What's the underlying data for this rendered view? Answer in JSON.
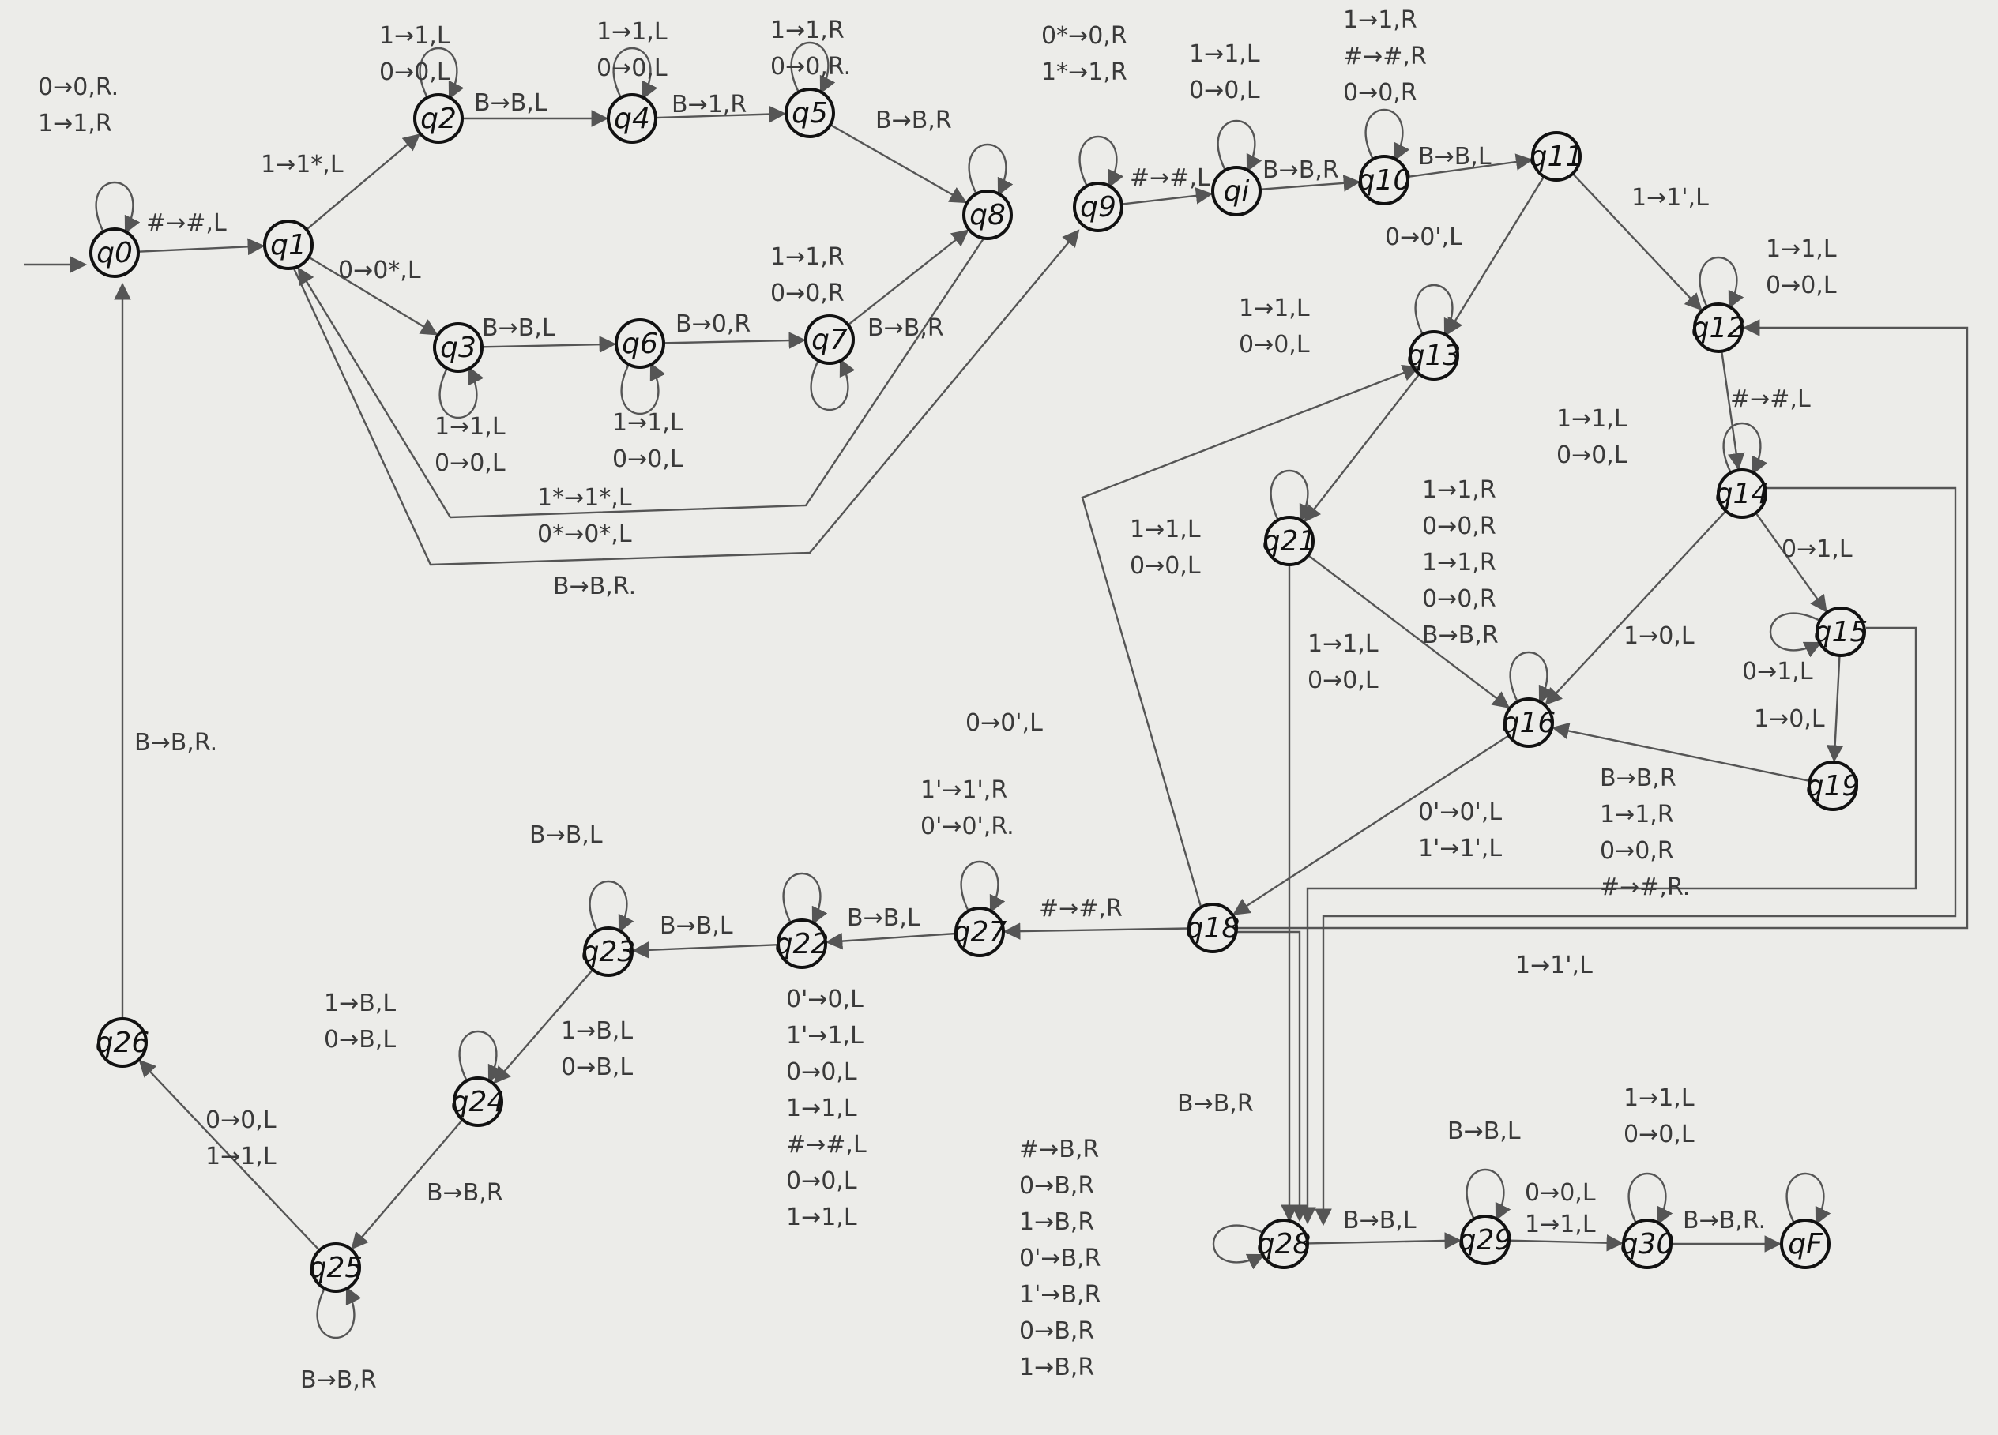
{
  "diagram": {
    "states": [
      {
        "id": "q0",
        "label": "q0"
      },
      {
        "id": "q1",
        "label": "q1"
      },
      {
        "id": "q2",
        "label": "q2"
      },
      {
        "id": "q3",
        "label": "q3"
      },
      {
        "id": "q4",
        "label": "q4"
      },
      {
        "id": "q5",
        "label": "q5"
      },
      {
        "id": "q6",
        "label": "q6"
      },
      {
        "id": "q7",
        "label": "q7"
      },
      {
        "id": "q8",
        "label": "q8"
      },
      {
        "id": "q9",
        "label": "q9"
      },
      {
        "id": "qi",
        "label": "qi"
      },
      {
        "id": "q10",
        "label": "q10"
      },
      {
        "id": "q11",
        "label": "q11"
      },
      {
        "id": "q12",
        "label": "q12"
      },
      {
        "id": "q13",
        "label": "q13"
      },
      {
        "id": "q14",
        "label": "q14"
      },
      {
        "id": "q15",
        "label": "q15"
      },
      {
        "id": "q16",
        "label": "q16"
      },
      {
        "id": "q19",
        "label": "q19"
      },
      {
        "id": "q21",
        "label": "q21"
      },
      {
        "id": "q18",
        "label": "q18"
      },
      {
        "id": "q27",
        "label": "q27"
      },
      {
        "id": "q22",
        "label": "q22"
      },
      {
        "id": "q23",
        "label": "q23"
      },
      {
        "id": "q24",
        "label": "q24"
      },
      {
        "id": "q25",
        "label": "q25"
      },
      {
        "id": "q26",
        "label": "q26"
      },
      {
        "id": "q28",
        "label": "q28"
      },
      {
        "id": "q29",
        "label": "q29"
      },
      {
        "id": "q30",
        "label": "q30"
      },
      {
        "id": "qF",
        "label": "qF"
      }
    ],
    "transitions": [
      {
        "id": "q0-self",
        "lines": [
          "0→0,R.",
          "1→1,R"
        ]
      },
      {
        "id": "q0-q1",
        "lines": [
          "#→#,L"
        ]
      },
      {
        "id": "q1-q2",
        "lines": [
          "1→1*,L"
        ]
      },
      {
        "id": "q1-q3",
        "lines": [
          "0→0*,L"
        ]
      },
      {
        "id": "q2-self",
        "lines": [
          "1→1,L",
          "0→0,L"
        ]
      },
      {
        "id": "q2-q4",
        "lines": [
          "B→B,L"
        ]
      },
      {
        "id": "q4-self",
        "lines": [
          "1→1,L",
          "0→0,L"
        ]
      },
      {
        "id": "q4-q5",
        "lines": [
          "B→1,R"
        ]
      },
      {
        "id": "q5-self",
        "lines": [
          "1→1,R",
          "0→0,R."
        ]
      },
      {
        "id": "q5-q8",
        "lines": [
          "B→B,R"
        ]
      },
      {
        "id": "q3-self",
        "lines": [
          "1→1,L",
          "0→0,L"
        ]
      },
      {
        "id": "q3-q6",
        "lines": [
          "B→B,L"
        ]
      },
      {
        "id": "q6-self",
        "lines": [
          "1→1,L",
          "0→0,L"
        ]
      },
      {
        "id": "q6-q7",
        "lines": [
          "B→0,R"
        ]
      },
      {
        "id": "q7-self",
        "lines": [
          "1→1,R",
          "0→0,R"
        ]
      },
      {
        "id": "q7-q8",
        "lines": [
          "B→B,R"
        ]
      },
      {
        "id": "q8-q1",
        "lines": [
          "1*→1*,L",
          "0*→0*,L"
        ]
      },
      {
        "id": "q1-q9",
        "lines": [
          "B→B,R."
        ]
      },
      {
        "id": "q9-self",
        "lines": [
          "0*→0,R",
          "1*→1,R"
        ]
      },
      {
        "id": "q9-qi",
        "lines": [
          "#→#,L"
        ]
      },
      {
        "id": "qi-self",
        "lines": [
          "1→1,L",
          "0→0,L"
        ]
      },
      {
        "id": "qi-q10",
        "lines": [
          "B→B,R"
        ]
      },
      {
        "id": "q10-self",
        "lines": [
          "1→1,R",
          "#→#,R",
          "0→0,R"
        ]
      },
      {
        "id": "q10-q11",
        "lines": [
          "B→B,L"
        ]
      },
      {
        "id": "q11-q13",
        "lines": [
          "0→0',L"
        ]
      },
      {
        "id": "q11-q12",
        "lines": [
          "1→1',L"
        ]
      },
      {
        "id": "q12-self",
        "lines": [
          "1→1,L",
          "0→0,L"
        ]
      },
      {
        "id": "q12-q14",
        "lines": [
          "#→#,L"
        ]
      },
      {
        "id": "q13-self",
        "lines": [
          "1→1,L",
          "0→0,L"
        ]
      },
      {
        "id": "q14-self",
        "lines": [
          "1→1,L",
          "0→0,L"
        ]
      },
      {
        "id": "q14-q15",
        "lines": [
          "0→1,L"
        ]
      },
      {
        "id": "q14-q16",
        "lines": [
          "1→0,L"
        ]
      },
      {
        "id": "q15-self",
        "lines": [
          "0→1,L"
        ]
      },
      {
        "id": "q15-q19",
        "lines": [
          "1→0,L"
        ]
      },
      {
        "id": "q19-q16",
        "lines": [
          "B→B,R",
          "1→1,R",
          "0→0,R",
          "#→#,R."
        ]
      },
      {
        "id": "q21-self",
        "lines": [
          "1→1,L",
          "0→0,L"
        ]
      },
      {
        "id": "q21-q16",
        "lines": [
          "1→1,L",
          "0→0,L"
        ]
      },
      {
        "id": "q16-self",
        "lines": [
          "1→1,R",
          "0→0,R",
          "1→1,R",
          "0→0,R",
          "B→B,R"
        ]
      },
      {
        "id": "q16-q18",
        "lines": [
          "0'→0',L",
          "1'→1',L"
        ]
      },
      {
        "id": "q18-q13",
        "lines": [
          "0→0',L"
        ]
      },
      {
        "id": "q18-q12",
        "lines": [
          "1→1',L"
        ]
      },
      {
        "id": "q18-q27",
        "lines": [
          "#→#,R"
        ]
      },
      {
        "id": "q27-self",
        "lines": [
          "1'→1',R",
          "0'→0',R."
        ]
      },
      {
        "id": "q27-q22",
        "lines": [
          "B→B,L"
        ]
      },
      {
        "id": "q22-self",
        "lines": [
          "0'→0,L",
          "1'→1,L",
          "0→0,L",
          "1→1,L",
          "#→#,L",
          "0→0,L",
          "1→1,L"
        ]
      },
      {
        "id": "q22-q23",
        "lines": [
          "B→B,L"
        ]
      },
      {
        "id": "q23-self",
        "lines": [
          "B→B,L"
        ]
      },
      {
        "id": "q23-q24",
        "lines": [
          "1→B,L",
          "0→B,L"
        ]
      },
      {
        "id": "q24-self",
        "lines": [
          "1→B,L",
          "0→B,L"
        ]
      },
      {
        "id": "q24-q25",
        "lines": [
          "B→B,R"
        ]
      },
      {
        "id": "q25-self",
        "lines": [
          "B→B,R"
        ]
      },
      {
        "id": "q25-q26",
        "lines": [
          "0→0,L",
          "1→1,L"
        ]
      },
      {
        "id": "q26-q0",
        "lines": [
          "B→B,R."
        ]
      },
      {
        "id": "q18-q28",
        "lines": [
          "B→B,R"
        ]
      },
      {
        "id": "q28-self",
        "lines": [
          "#→B,R",
          "0→B,R",
          "1→B,R",
          "0'→B,R",
          "1'→B,R",
          "0→B,R",
          "1→B,R"
        ]
      },
      {
        "id": "q28-q29",
        "lines": [
          "B→B,L"
        ]
      },
      {
        "id": "q29-self",
        "lines": [
          "B→B,L"
        ]
      },
      {
        "id": "q29-q30",
        "lines": [
          "1→1,L"
        ]
      },
      {
        "id": "q30-self",
        "lines": [
          "1→1,L",
          "0→0,L"
        ]
      },
      {
        "id": "q30-qF",
        "lines": [
          "B→B,R."
        ]
      },
      {
        "id": "q29-note",
        "lines": [
          "0→0,L"
        ]
      }
    ]
  }
}
